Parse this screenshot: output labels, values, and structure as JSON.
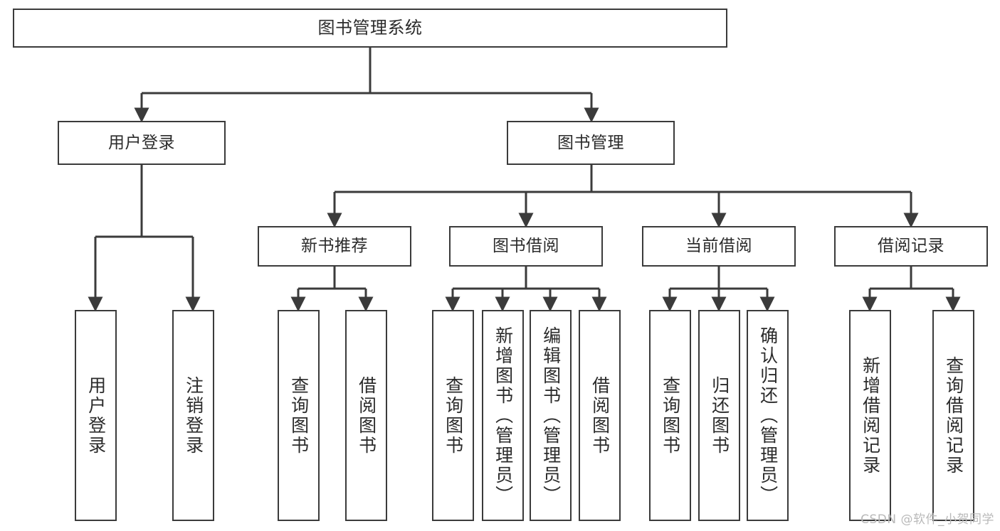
{
  "diagram": {
    "title": "图书管理系统",
    "watermark": "CSDN @软件_小贺同学",
    "stroke_color": "#3b3b3b",
    "text_color": "#2b2b2b",
    "background_color": "#ffffff",
    "watermark_color": "#b9b9b9"
  },
  "nodes": {
    "root": {
      "label": "图书管理系统"
    },
    "level1": [
      {
        "id": "user-login",
        "label": "用户登录"
      },
      {
        "id": "book-management",
        "label": "图书管理"
      }
    ],
    "level2": [
      {
        "id": "new-book-recommend",
        "label": "新书推荐"
      },
      {
        "id": "book-borrow",
        "label": "图书借阅"
      },
      {
        "id": "current-borrow",
        "label": "当前借阅"
      },
      {
        "id": "borrow-record",
        "label": "借阅记录"
      }
    ],
    "leaves": {
      "user_login": [
        {
          "id": "leaf-user-login",
          "label": "用户登录"
        },
        {
          "id": "leaf-logout-login",
          "label": "注销登录"
        }
      ],
      "new_book_recommend": [
        {
          "id": "leaf-query-book-1",
          "label": "查询图书"
        },
        {
          "id": "leaf-borrow-book-1",
          "label": "借阅图书"
        }
      ],
      "book_borrow": [
        {
          "id": "leaf-query-book-2",
          "label": "查询图书"
        },
        {
          "id": "leaf-add-book",
          "label": "新增图书（管理员）"
        },
        {
          "id": "leaf-edit-book",
          "label": "编辑图书（管理员）"
        },
        {
          "id": "leaf-borrow-book-2",
          "label": "借阅图书"
        }
      ],
      "current_borrow": [
        {
          "id": "leaf-query-book-3",
          "label": "查询图书"
        },
        {
          "id": "leaf-return-book",
          "label": "归还图书"
        },
        {
          "id": "leaf-confirm-return",
          "label": "确认归还（管理员）"
        }
      ],
      "borrow_record": [
        {
          "id": "leaf-add-record",
          "label": "新增借阅记录"
        },
        {
          "id": "leaf-query-record",
          "label": "查询借阅记录"
        }
      ]
    }
  }
}
